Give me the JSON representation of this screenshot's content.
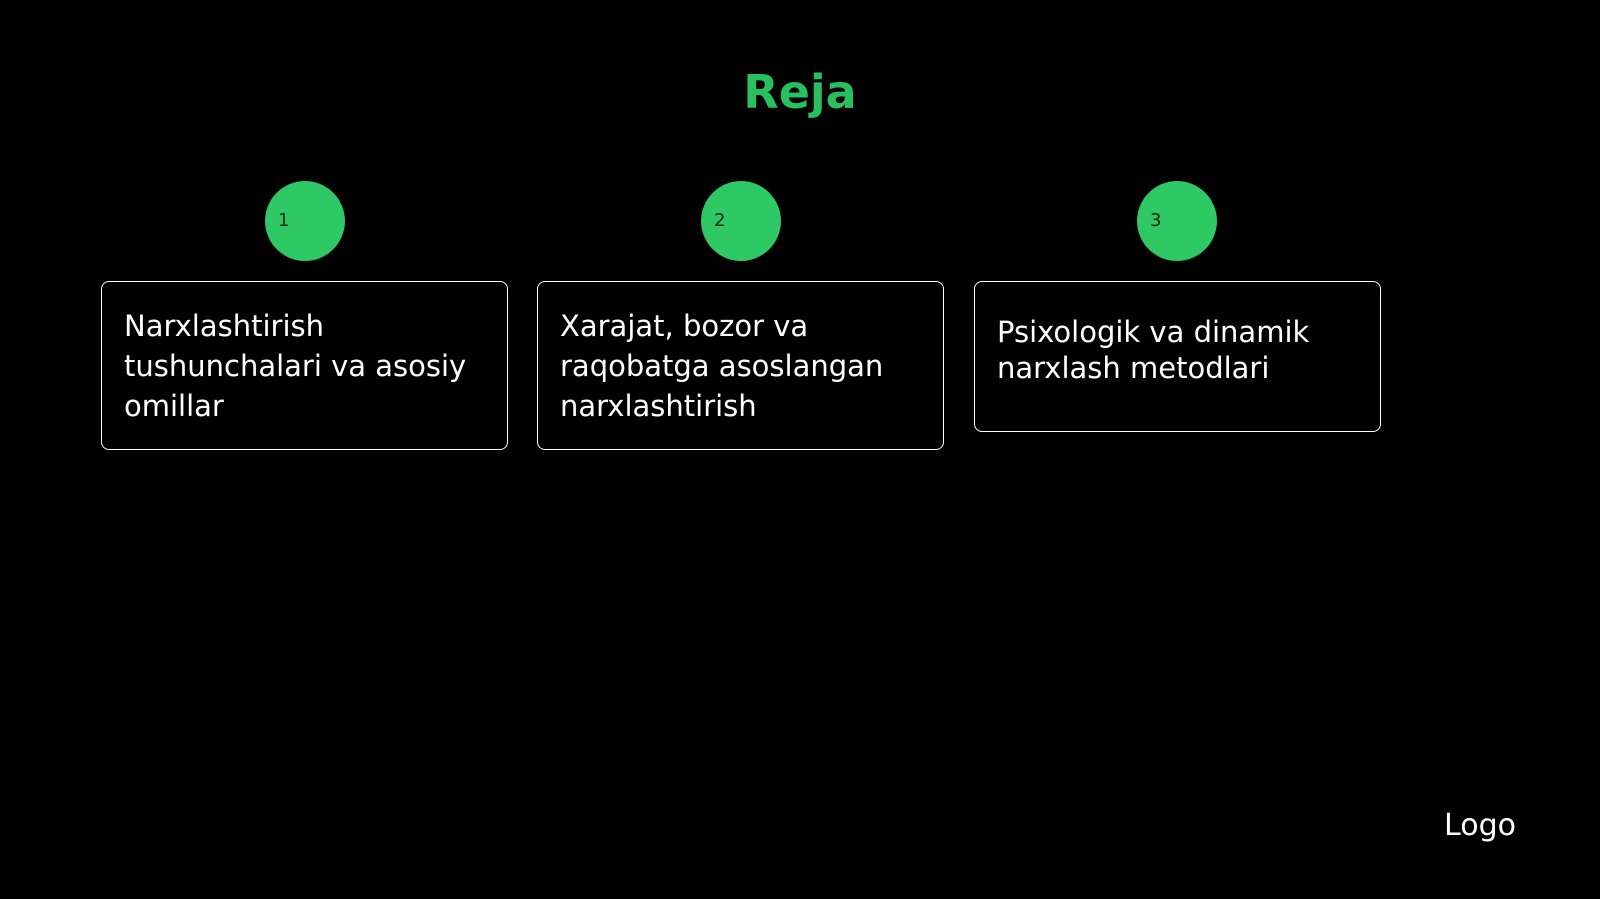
{
  "slide": {
    "title": "Reja",
    "logo_text": "Logo",
    "accent_color": "#2ec865",
    "background_color": "#000000",
    "steps": [
      {
        "number": "1",
        "text": "Narxlashtirish tushunchalari va asosiy omillar"
      },
      {
        "number": "2",
        "text": "Xarajat, bozor va raqobatga asoslangan narxlashtirish"
      },
      {
        "number": "3",
        "text": "Psixologik va dinamik narxlash metodlari"
      }
    ]
  }
}
